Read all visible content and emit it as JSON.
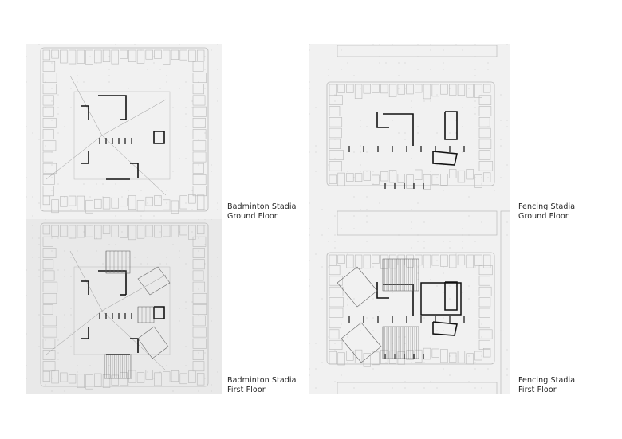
{
  "sheet": {
    "plans": [
      {
        "title": "Badminton Stadia",
        "subtitle": "Ground Floor"
      },
      {
        "title": "Badminton Stadia",
        "subtitle": "First Floor"
      },
      {
        "title": "Fencing Stadia",
        "subtitle": "Ground Floor"
      },
      {
        "title": "Fencing Stadia",
        "subtitle": "First Floor"
      }
    ]
  },
  "colors": {
    "paper": "#f1f1f1",
    "paper_dark": "#e9e9e9",
    "line": "#b9b9b9",
    "wall": "#111111"
  }
}
